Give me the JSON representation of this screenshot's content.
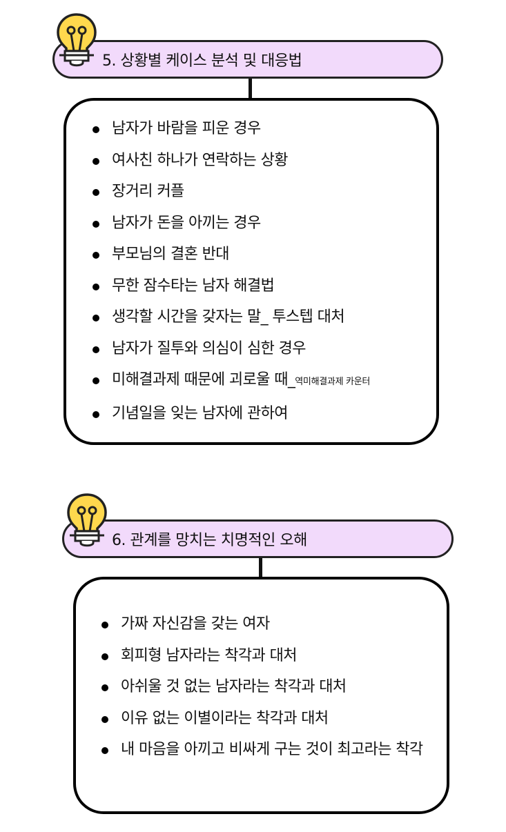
{
  "colors": {
    "pill_fill": "#F2DAFB",
    "bulb_fill": "#FFD84D",
    "stroke": "#222222"
  },
  "sections": [
    {
      "icon": "lightbulb-icon",
      "title": "5. 상황별 케이스 분석 및 대응법",
      "items": [
        {
          "text": "남자가 바람을 피운 경우"
        },
        {
          "text": "여사친 하나가 연락하는 상황"
        },
        {
          "text": "장거리 커플"
        },
        {
          "text": "남자가 돈을 아끼는 경우"
        },
        {
          "text": "부모님의 결혼 반대"
        },
        {
          "text": "무한 잠수타는 남자 해결법"
        },
        {
          "text": "생각할 시간을 갖자는 말_ 투스텝 대처"
        },
        {
          "text": "남자가 질투와 의심이 심한 경우"
        },
        {
          "text": "미해결과제 때문에 괴로울 때_",
          "suffix": "역미해결과제 카운터"
        },
        {
          "text": "기념일을 잊는 남자에 관하여"
        }
      ]
    },
    {
      "icon": "lightbulb-icon",
      "title": "6. 관계를 망치는 치명적인 오해",
      "items": [
        {
          "text": "가짜 자신감을 갖는 여자"
        },
        {
          "text": "회피형 남자라는 착각과 대처"
        },
        {
          "text": "아쉬울 것 없는 남자라는 착각과 대처"
        },
        {
          "text": "이유 없는 이별이라는 착각과 대처"
        },
        {
          "text": "내 마음을 아끼고 비싸게 구는 것이 최고라는 착각"
        }
      ]
    }
  ]
}
